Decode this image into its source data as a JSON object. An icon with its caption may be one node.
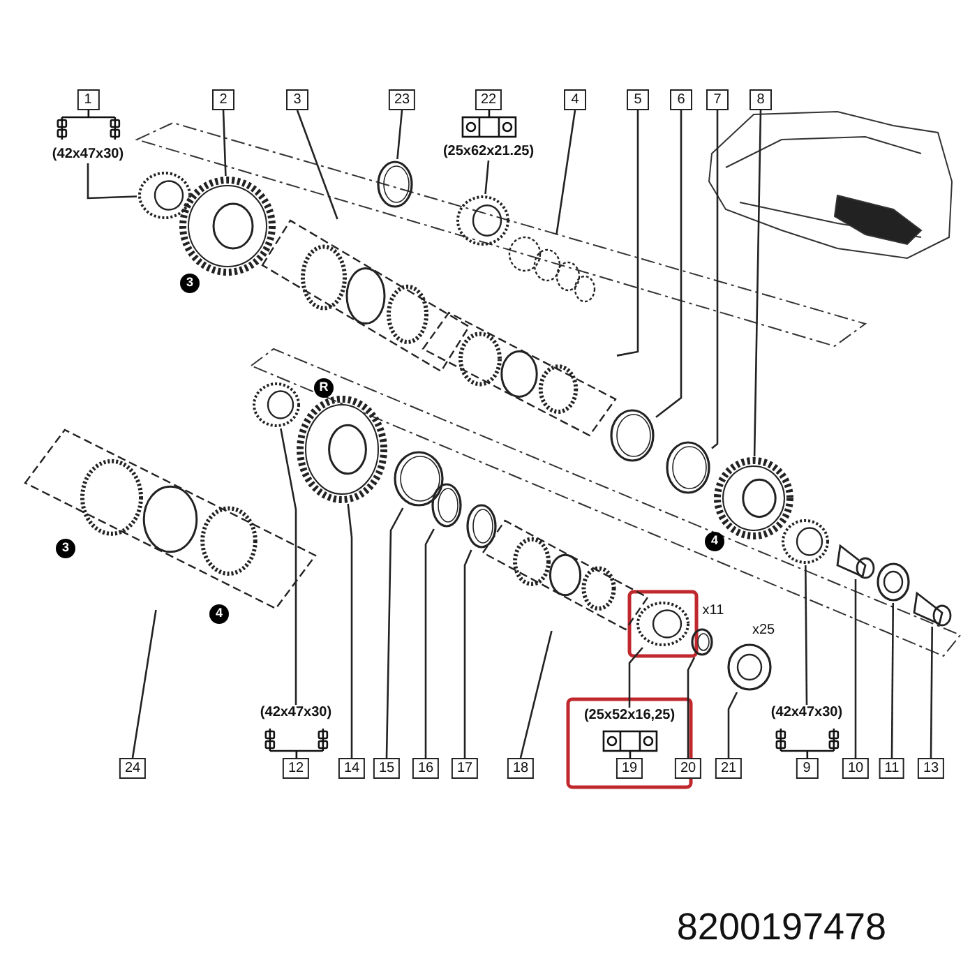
{
  "diagram": {
    "nodes": [
      {
        "text": [
          "1"
        ],
        "beside": [
          "(42x47x30)"
        ]
      },
      {
        "text": [
          "2"
        ]
      },
      {
        "text": [
          "3"
        ]
      },
      {
        "text": [
          "23"
        ]
      },
      {
        "text": [
          "22"
        ],
        "beside": [
          "(25x62x21.25)"
        ]
      },
      {
        "text": [
          "4"
        ]
      },
      {
        "text": [
          "5"
        ]
      },
      {
        "text": [
          "6"
        ]
      },
      {
        "text": [
          "7"
        ]
      },
      {
        "text": [
          "8"
        ]
      },
      {
        "text": [
          "24"
        ]
      },
      {
        "text": [
          "12"
        ],
        "beside": [
          "(42x47x30)"
        ]
      },
      {
        "text": [
          "14"
        ]
      },
      {
        "text": [
          "15"
        ]
      },
      {
        "text": [
          "16"
        ]
      },
      {
        "text": [
          "17"
        ]
      },
      {
        "text": [
          "18"
        ]
      },
      {
        "text": [
          "19"
        ],
        "beside": [
          "(25x52x16,25)"
        ]
      },
      {
        "text": [
          "20"
        ]
      },
      {
        "text": [
          "21"
        ]
      },
      {
        "text": [
          "9"
        ],
        "beside": [
          "(42x47x30)"
        ]
      },
      {
        "text": [
          "10"
        ]
      },
      {
        "text": [
          "11"
        ]
      },
      {
        "text": [
          "13"
        ]
      },
      {
        "text": [],
        "shape": "bearing"
      },
      {
        "text": [],
        "shape": "gear"
      },
      {
        "text": [],
        "shape": "box"
      },
      {
        "text": [],
        "shape": "ring"
      },
      {
        "text": [],
        "shape": "bearing"
      },
      {
        "text": [],
        "shape": "shaft"
      },
      {
        "text": [],
        "shape": "box"
      },
      {
        "text": [],
        "shape": "ring"
      },
      {
        "text": [],
        "shape": "ring"
      },
      {
        "text": [],
        "shape": "gear"
      },
      {
        "text": [],
        "shape": "box"
      },
      {
        "text": [],
        "shape": "bearing"
      },
      {
        "text": [],
        "shape": "gear"
      },
      {
        "text": [],
        "shape": "ring"
      },
      {
        "text": [],
        "shape": "ring"
      },
      {
        "text": [],
        "shape": "ring"
      },
      {
        "text": [],
        "shape": "box"
      },
      {
        "text": [],
        "shape": "bearing"
      },
      {
        "text": [],
        "shape": "ring"
      },
      {
        "text": [],
        "shape": "washer"
      },
      {
        "text": [],
        "shape": "bearing"
      },
      {
        "text": [],
        "shape": "sleeve"
      },
      {
        "text": [],
        "shape": "washer"
      },
      {
        "text": [],
        "shape": "sleeve"
      }
    ],
    "edges": [
      {
        "from": 0,
        "to": 24,
        "arrow": "none"
      },
      {
        "from": 1,
        "to": 25,
        "arrow": "none"
      },
      {
        "from": 2,
        "to": 26,
        "arrow": "none"
      },
      {
        "from": 3,
        "to": 27,
        "arrow": "none"
      },
      {
        "from": 4,
        "to": 28,
        "arrow": "none"
      },
      {
        "from": 5,
        "to": 29,
        "arrow": "none"
      },
      {
        "from": 6,
        "to": 30,
        "arrow": "none"
      },
      {
        "from": 7,
        "to": 31,
        "arrow": "none"
      },
      {
        "from": 8,
        "to": 32,
        "arrow": "none"
      },
      {
        "from": 9,
        "to": 33,
        "arrow": "none"
      },
      {
        "from": 10,
        "to": 34,
        "arrow": "none"
      },
      {
        "from": 11,
        "to": 35,
        "arrow": "none"
      },
      {
        "from": 12,
        "to": 36,
        "arrow": "none"
      },
      {
        "from": 13,
        "to": 37,
        "arrow": "none"
      },
      {
        "from": 14,
        "to": 38,
        "arrow": "none"
      },
      {
        "from": 15,
        "to": 39,
        "arrow": "none"
      },
      {
        "from": 16,
        "to": 40,
        "arrow": "none"
      },
      {
        "from": 17,
        "to": 41,
        "arrow": "none"
      },
      {
        "from": 18,
        "to": 42,
        "arrow": "none"
      },
      {
        "from": 19,
        "to": 43,
        "arrow": "none"
      },
      {
        "from": 20,
        "to": 44,
        "arrow": "none"
      },
      {
        "from": 21,
        "to": 45,
        "arrow": "none"
      },
      {
        "from": 22,
        "to": 46,
        "arrow": "none"
      },
      {
        "from": 23,
        "to": 47,
        "arrow": "none"
      }
    ],
    "labels": [
      "3",
      "R",
      "4",
      "3",
      "4",
      "x11",
      "x25",
      "8200197478"
    ]
  }
}
